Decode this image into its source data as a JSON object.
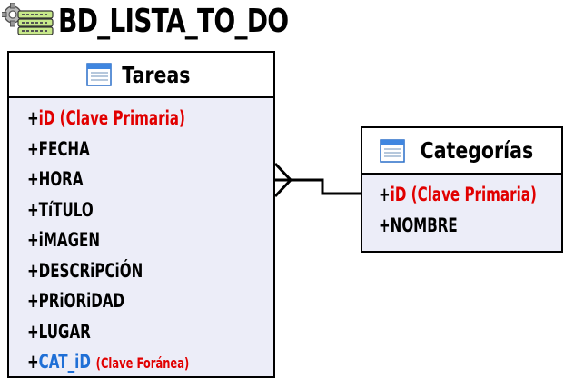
{
  "diagram": {
    "title": "BD_LISTA_TO_DO",
    "icons": {
      "database": "database-gear-icon",
      "table": "table-icon"
    },
    "colors": {
      "primary_key": "#e10000",
      "foreign_key": "#1f6fd6",
      "entity_fill": "#ecedf8"
    },
    "entities": [
      {
        "name": "Tareas",
        "fields": [
          {
            "prefix": "+",
            "name": "iD",
            "note": "(Clave Primaria)",
            "kind": "pk"
          },
          {
            "prefix": "+",
            "name": "FECHA",
            "note": "",
            "kind": "normal"
          },
          {
            "prefix": "+",
            "name": "HORA",
            "note": "",
            "kind": "normal"
          },
          {
            "prefix": "+",
            "name": "TíTULO",
            "note": "",
            "kind": "normal"
          },
          {
            "prefix": "+",
            "name": "iMAGEN",
            "note": "",
            "kind": "normal"
          },
          {
            "prefix": "+",
            "name": "DESCRiPCiÓN",
            "note": "",
            "kind": "normal"
          },
          {
            "prefix": "+",
            "name": "PRiORiDAD",
            "note": "",
            "kind": "normal"
          },
          {
            "prefix": "+",
            "name": "LUGAR",
            "note": "",
            "kind": "normal"
          },
          {
            "prefix": "+",
            "name": "CAT_iD",
            "note": "(Clave Foránea)",
            "kind": "fk"
          }
        ]
      },
      {
        "name": "Categorías",
        "fields": [
          {
            "prefix": "+",
            "name": "iD",
            "note": "(Clave Primaria)",
            "kind": "pk"
          },
          {
            "prefix": "+",
            "name": "NOMBRE",
            "note": "",
            "kind": "normal"
          }
        ]
      }
    ],
    "relationship": {
      "from": "Categorías",
      "to": "Tareas",
      "cardinality": "one-to-many"
    }
  }
}
